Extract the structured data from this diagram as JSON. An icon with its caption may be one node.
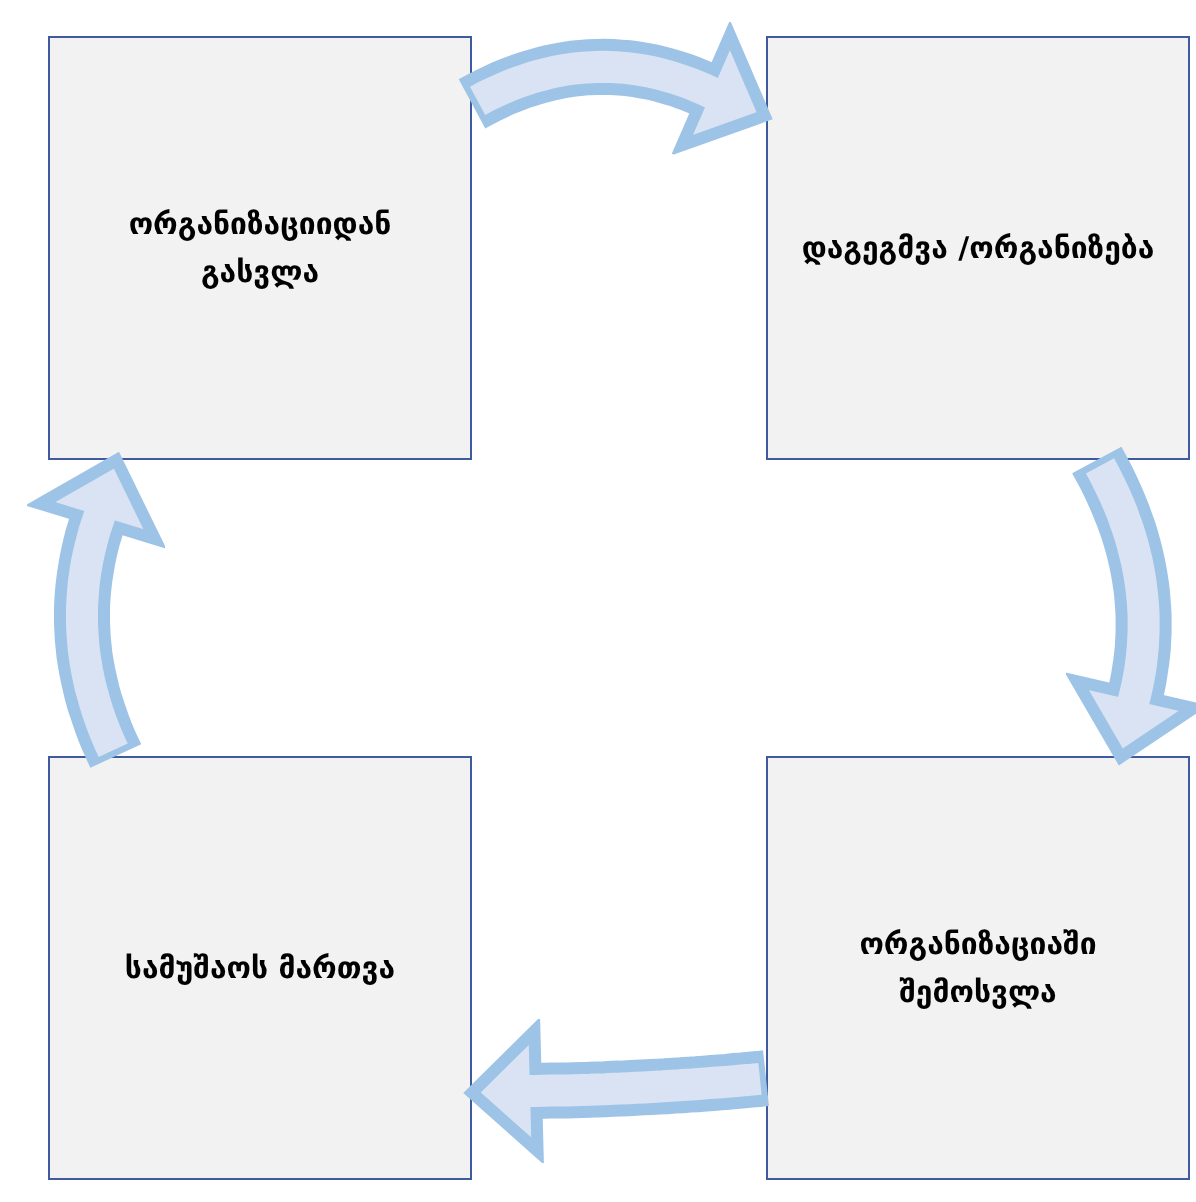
{
  "diagram": {
    "nodes": [
      {
        "text": [
          "ორგანიზაციიდან გასვლა"
        ]
      },
      {
        "text": [
          "დაგეგმვა /ორგანიზება"
        ]
      },
      {
        "text": [
          "სამუშაოს მართვა"
        ]
      },
      {
        "text": [
          "ორგანიზაციაში შემოსვლა"
        ]
      }
    ],
    "edges": [
      {
        "from": 0,
        "to": 1,
        "arrow": "to"
      },
      {
        "from": 1,
        "to": 3,
        "arrow": "to"
      },
      {
        "from": 3,
        "to": 2,
        "arrow": "to"
      },
      {
        "from": 2,
        "to": 0,
        "arrow": "to"
      }
    ]
  }
}
